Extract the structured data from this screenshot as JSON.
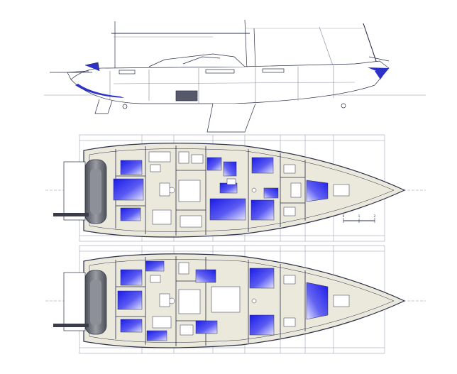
{
  "drawing": {
    "views": [
      "profile",
      "layout-a",
      "layout-b"
    ]
  },
  "scale_bar": {
    "ticks": [
      "0",
      "1",
      "2"
    ]
  },
  "colors": {
    "line": "#2a2f4a",
    "fine_line": "#8e94a8",
    "interior_fill": "#ebe8dc",
    "cabin_blue": "#2d2df0",
    "cabin_blue_light": "#dfe0ff",
    "hull_stripe": "#2c31c8",
    "dinghy": "#6b6e78"
  }
}
